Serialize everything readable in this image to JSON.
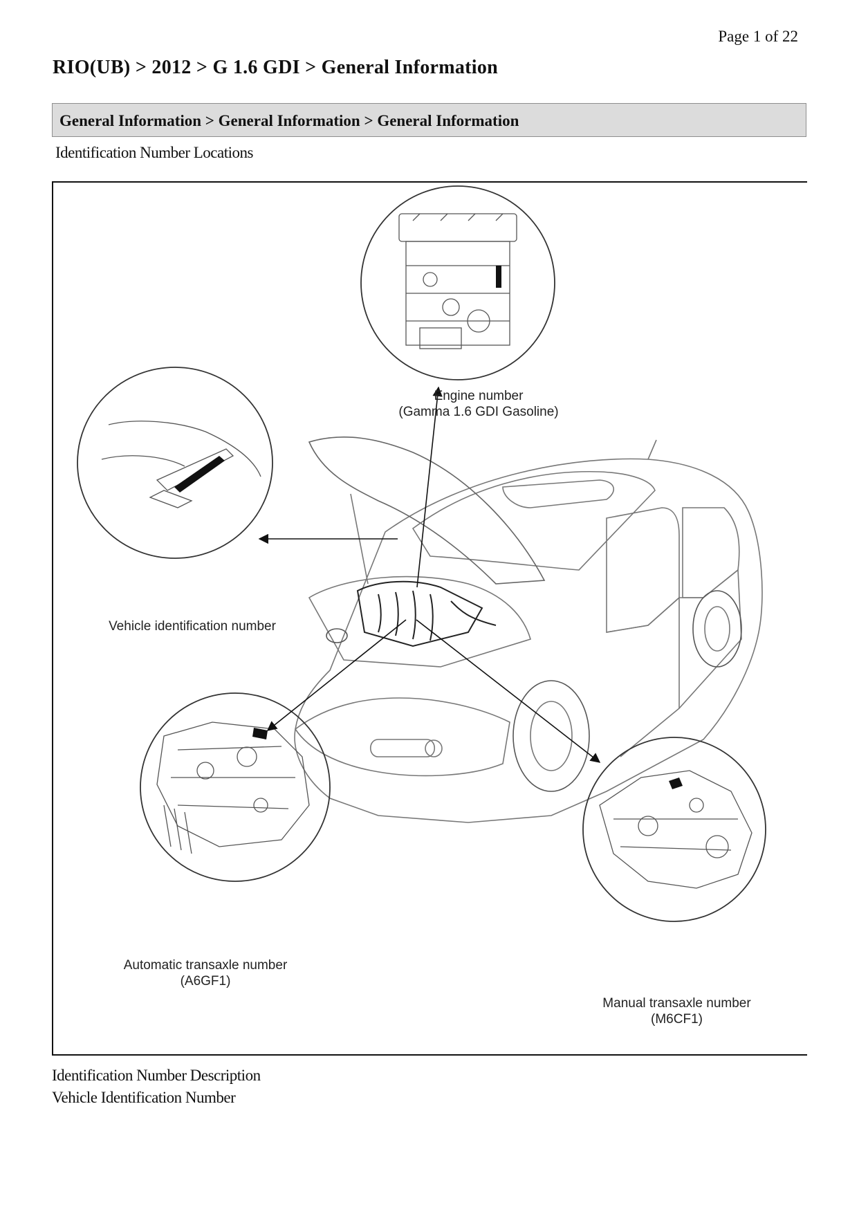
{
  "header": {
    "page_label": "Page 1 of 22",
    "title": "RIO(UB) > 2012 > G 1.6 GDI > General Information"
  },
  "section": {
    "breadcrumb": "General Information > General Information > General Information",
    "subtitle": "Identification Number Locations"
  },
  "figure": {
    "engine": {
      "line1": "Engine number",
      "line2": "(Gamma 1.6 GDI Gasoline)"
    },
    "vin": {
      "label": "Vehicle identification number"
    },
    "automatic": {
      "line1": "Automatic transaxle number",
      "line2": "(A6GF1)"
    },
    "manual": {
      "line1": "Manual transaxle number",
      "line2": "(M6CF1)"
    }
  },
  "body": {
    "line1": "Identification Number Description",
    "line2": "Vehicle Identification Number"
  }
}
